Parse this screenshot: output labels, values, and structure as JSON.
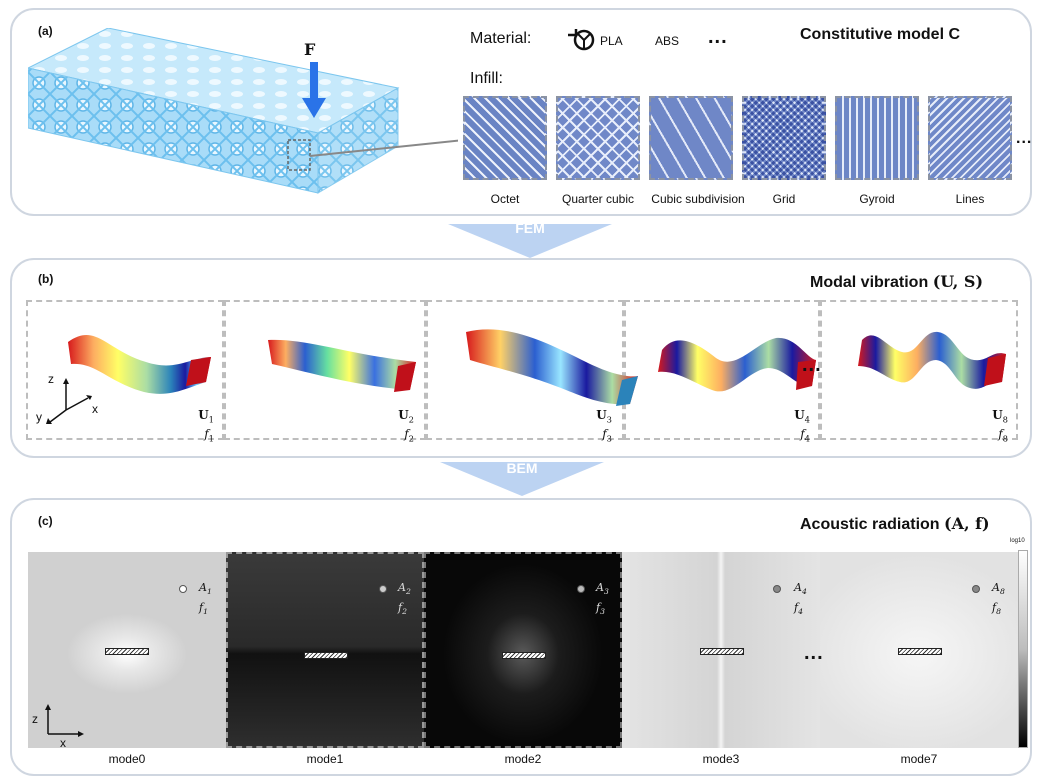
{
  "panel_a": {
    "label": "(a)",
    "title": "Constitutive model C",
    "force_label": "F",
    "material_label": "Material:",
    "materials": [
      "PLA",
      "ABS"
    ],
    "material_ellipsis": "...",
    "infill_label": "Infill:",
    "infill_ellipsis": "...",
    "infills": [
      {
        "name": "Octet"
      },
      {
        "name": "Quarter cubic"
      },
      {
        "name": "Cubic subdivision"
      },
      {
        "name": "Grid"
      },
      {
        "name": "Gyroid"
      },
      {
        "name": "Lines"
      }
    ]
  },
  "arrow_fem": "FEM",
  "panel_b": {
    "label": "(b)",
    "title": "Modal vibration",
    "title_math": "(U, S)",
    "axis_z": "z",
    "axis_y": "y",
    "axis_x": "x",
    "ellipsis": "...",
    "modes": [
      {
        "u": "U",
        "u_sub": "1",
        "f": "f",
        "f_sub": "1"
      },
      {
        "u": "U",
        "u_sub": "2",
        "f": "f",
        "f_sub": "2"
      },
      {
        "u": "U",
        "u_sub": "3",
        "f": "f",
        "f_sub": "3"
      },
      {
        "u": "U",
        "u_sub": "4",
        "f": "f",
        "f_sub": "4"
      },
      {
        "u": "U",
        "u_sub": "8",
        "f": "f",
        "f_sub": "8"
      }
    ]
  },
  "arrow_bem": "BEM",
  "panel_c": {
    "label": "(c)",
    "title": "Acoustic radiation",
    "title_math": "(A, f)",
    "axis_z": "z",
    "axis_x": "x",
    "ellipsis": "...",
    "colorbar_label": "log10",
    "tiles": [
      {
        "name": "mode0",
        "a": "A",
        "a_sub": "1",
        "f": "f",
        "f_sub": "1",
        "style": "light"
      },
      {
        "name": "mode1",
        "a": "A",
        "a_sub": "2",
        "f": "f",
        "f_sub": "2",
        "style": "dark"
      },
      {
        "name": "mode2",
        "a": "A",
        "a_sub": "3",
        "f": "f",
        "f_sub": "3",
        "style": "black"
      },
      {
        "name": "mode3",
        "a": "A",
        "a_sub": "4",
        "f": "f",
        "f_sub": "4",
        "style": "bright"
      },
      {
        "name": "mode7",
        "a": "A",
        "a_sub": "8",
        "f": "f",
        "f_sub": "8",
        "style": "bright"
      }
    ]
  },
  "colors": {
    "panel_border": "#cfd6e0",
    "flow_arrow": "#bcd3f2",
    "force_arrow": "#2a73e8",
    "infill_blue": "#6f88c8",
    "lattice_blue": "#8fd0f5"
  }
}
